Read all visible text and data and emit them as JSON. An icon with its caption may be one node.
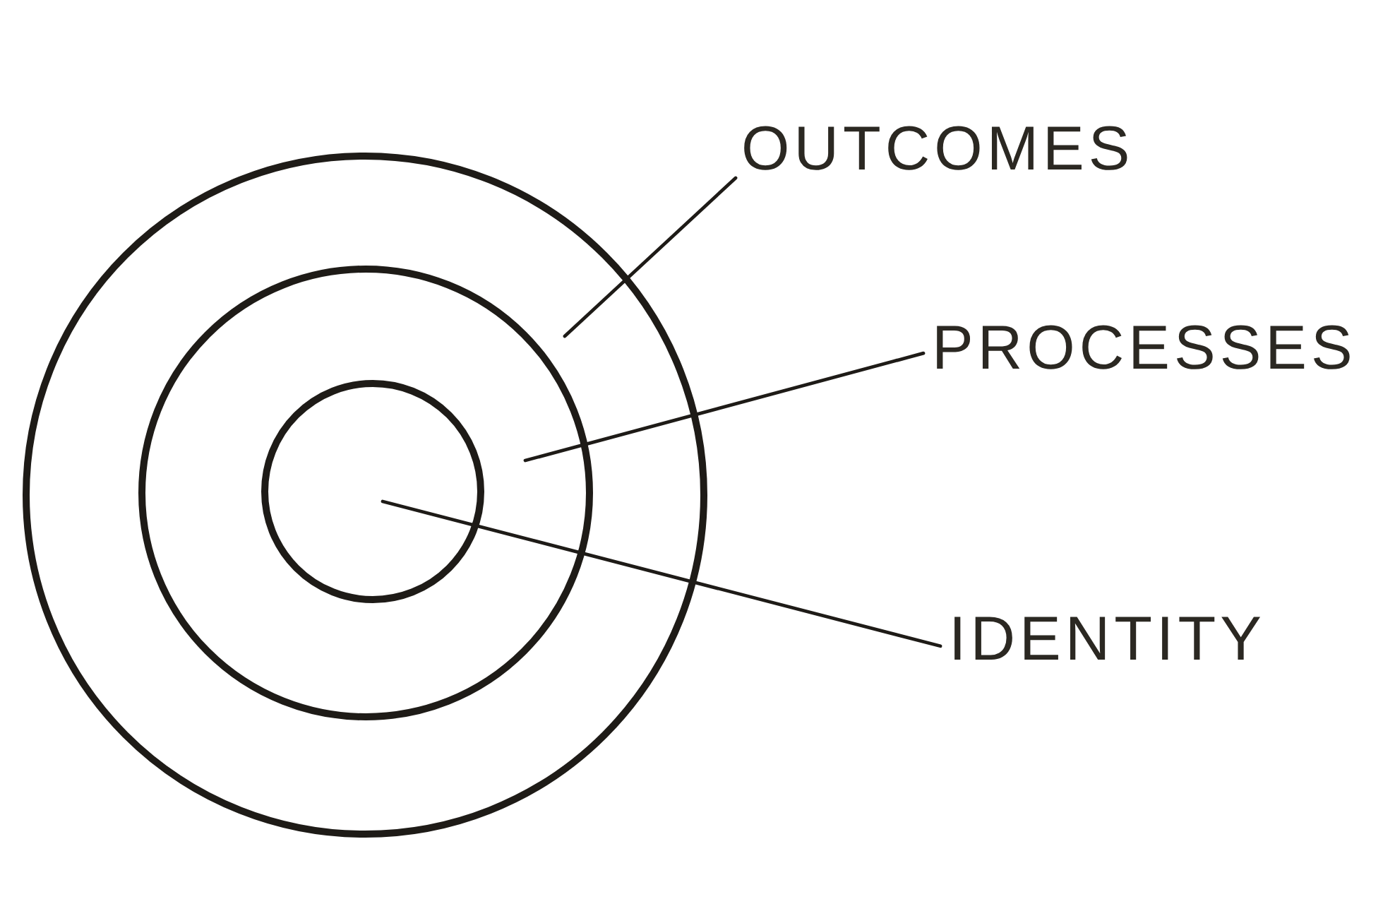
{
  "diagram": {
    "nodes": [
      {
        "text": [],
        "shape": "circle"
      },
      {
        "text": [],
        "shape": "circle",
        "in": 0
      },
      {
        "text": [],
        "shape": "circle",
        "in": 1
      },
      {
        "text": [
          "OUTCOMES"
        ]
      },
      {
        "text": [
          "PROCESSES"
        ]
      },
      {
        "text": [
          "IDENTITY"
        ]
      }
    ],
    "edges": [
      {
        "from": 3,
        "to": 0,
        "arrow": "none"
      },
      {
        "from": 4,
        "to": 1,
        "arrow": "none"
      },
      {
        "from": 5,
        "to": 2,
        "arrow": "none"
      }
    ]
  }
}
